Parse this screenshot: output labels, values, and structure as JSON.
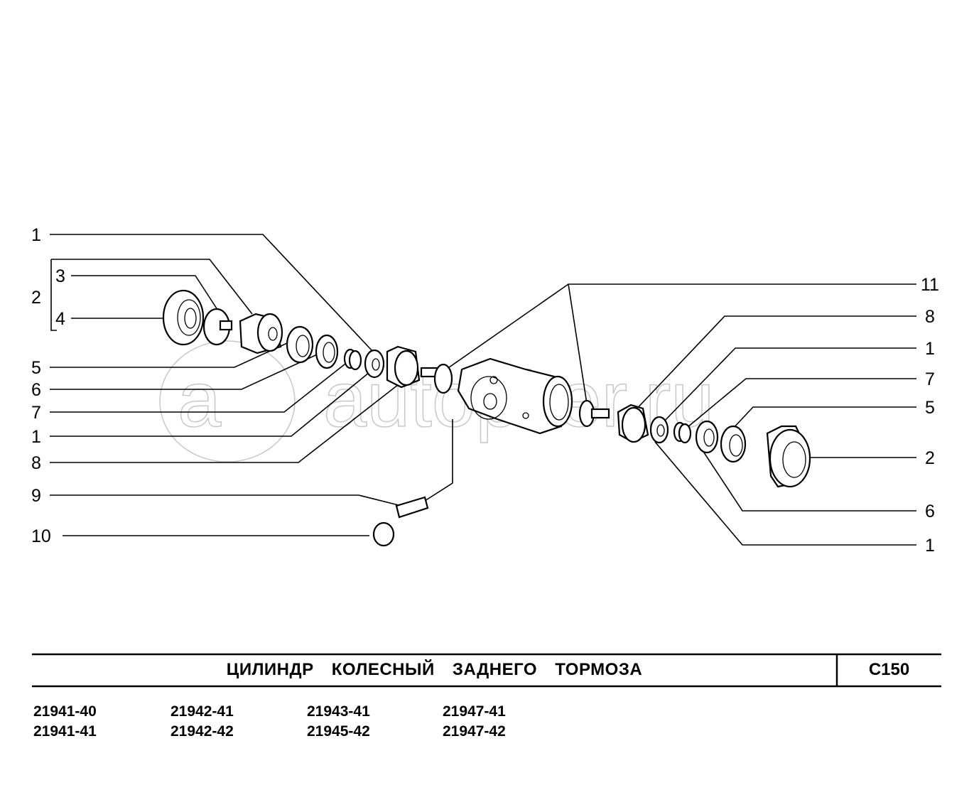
{
  "watermark": "a>autopiter.ru",
  "callouts_left": [
    "1",
    "2",
    "3",
    "4",
    "5",
    "6",
    "7",
    "1",
    "8",
    "9",
    "10"
  ],
  "callouts_right": [
    "11",
    "8",
    "1",
    "7",
    "5",
    "2",
    "6",
    "1"
  ],
  "title": "ЦИЛИНДР КОЛЕСНЫЙ ЗАДНЕГО ТОРМОЗА",
  "code": "C150",
  "models": [
    [
      "21941-40",
      "21941-41"
    ],
    [
      "21942-41",
      "21942-42"
    ],
    [
      "21943-41",
      "21945-42"
    ],
    [
      "21947-41",
      "21947-42"
    ]
  ]
}
